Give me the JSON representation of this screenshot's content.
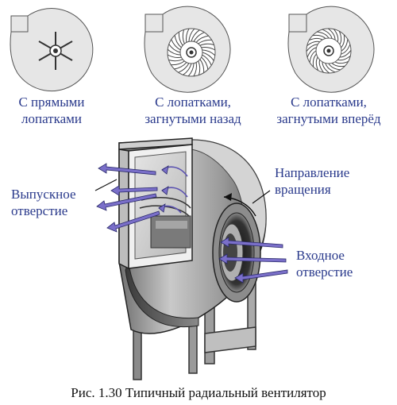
{
  "impellers": [
    {
      "line1": "С прямыми",
      "line2": "лопатками"
    },
    {
      "line1": "С лопатками,",
      "line2": "загнутыми назад"
    },
    {
      "line1": "С лопатками,",
      "line2": "загнутыми вперёд"
    }
  ],
  "labels": {
    "outlet_line1": "Выпускное",
    "outlet_line2": "отверстие",
    "rotation_line1": "Направление",
    "rotation_line2": "вращения",
    "inlet_line1": "Входное",
    "inlet_line2": "отверстие"
  },
  "caption": "Рис. 1.30 Типичный радиальный вентилятор",
  "colors": {
    "label_blue": "#2a3a8c",
    "arrow_fill": "#7a6fc9",
    "housing": "#a8a8a8"
  }
}
